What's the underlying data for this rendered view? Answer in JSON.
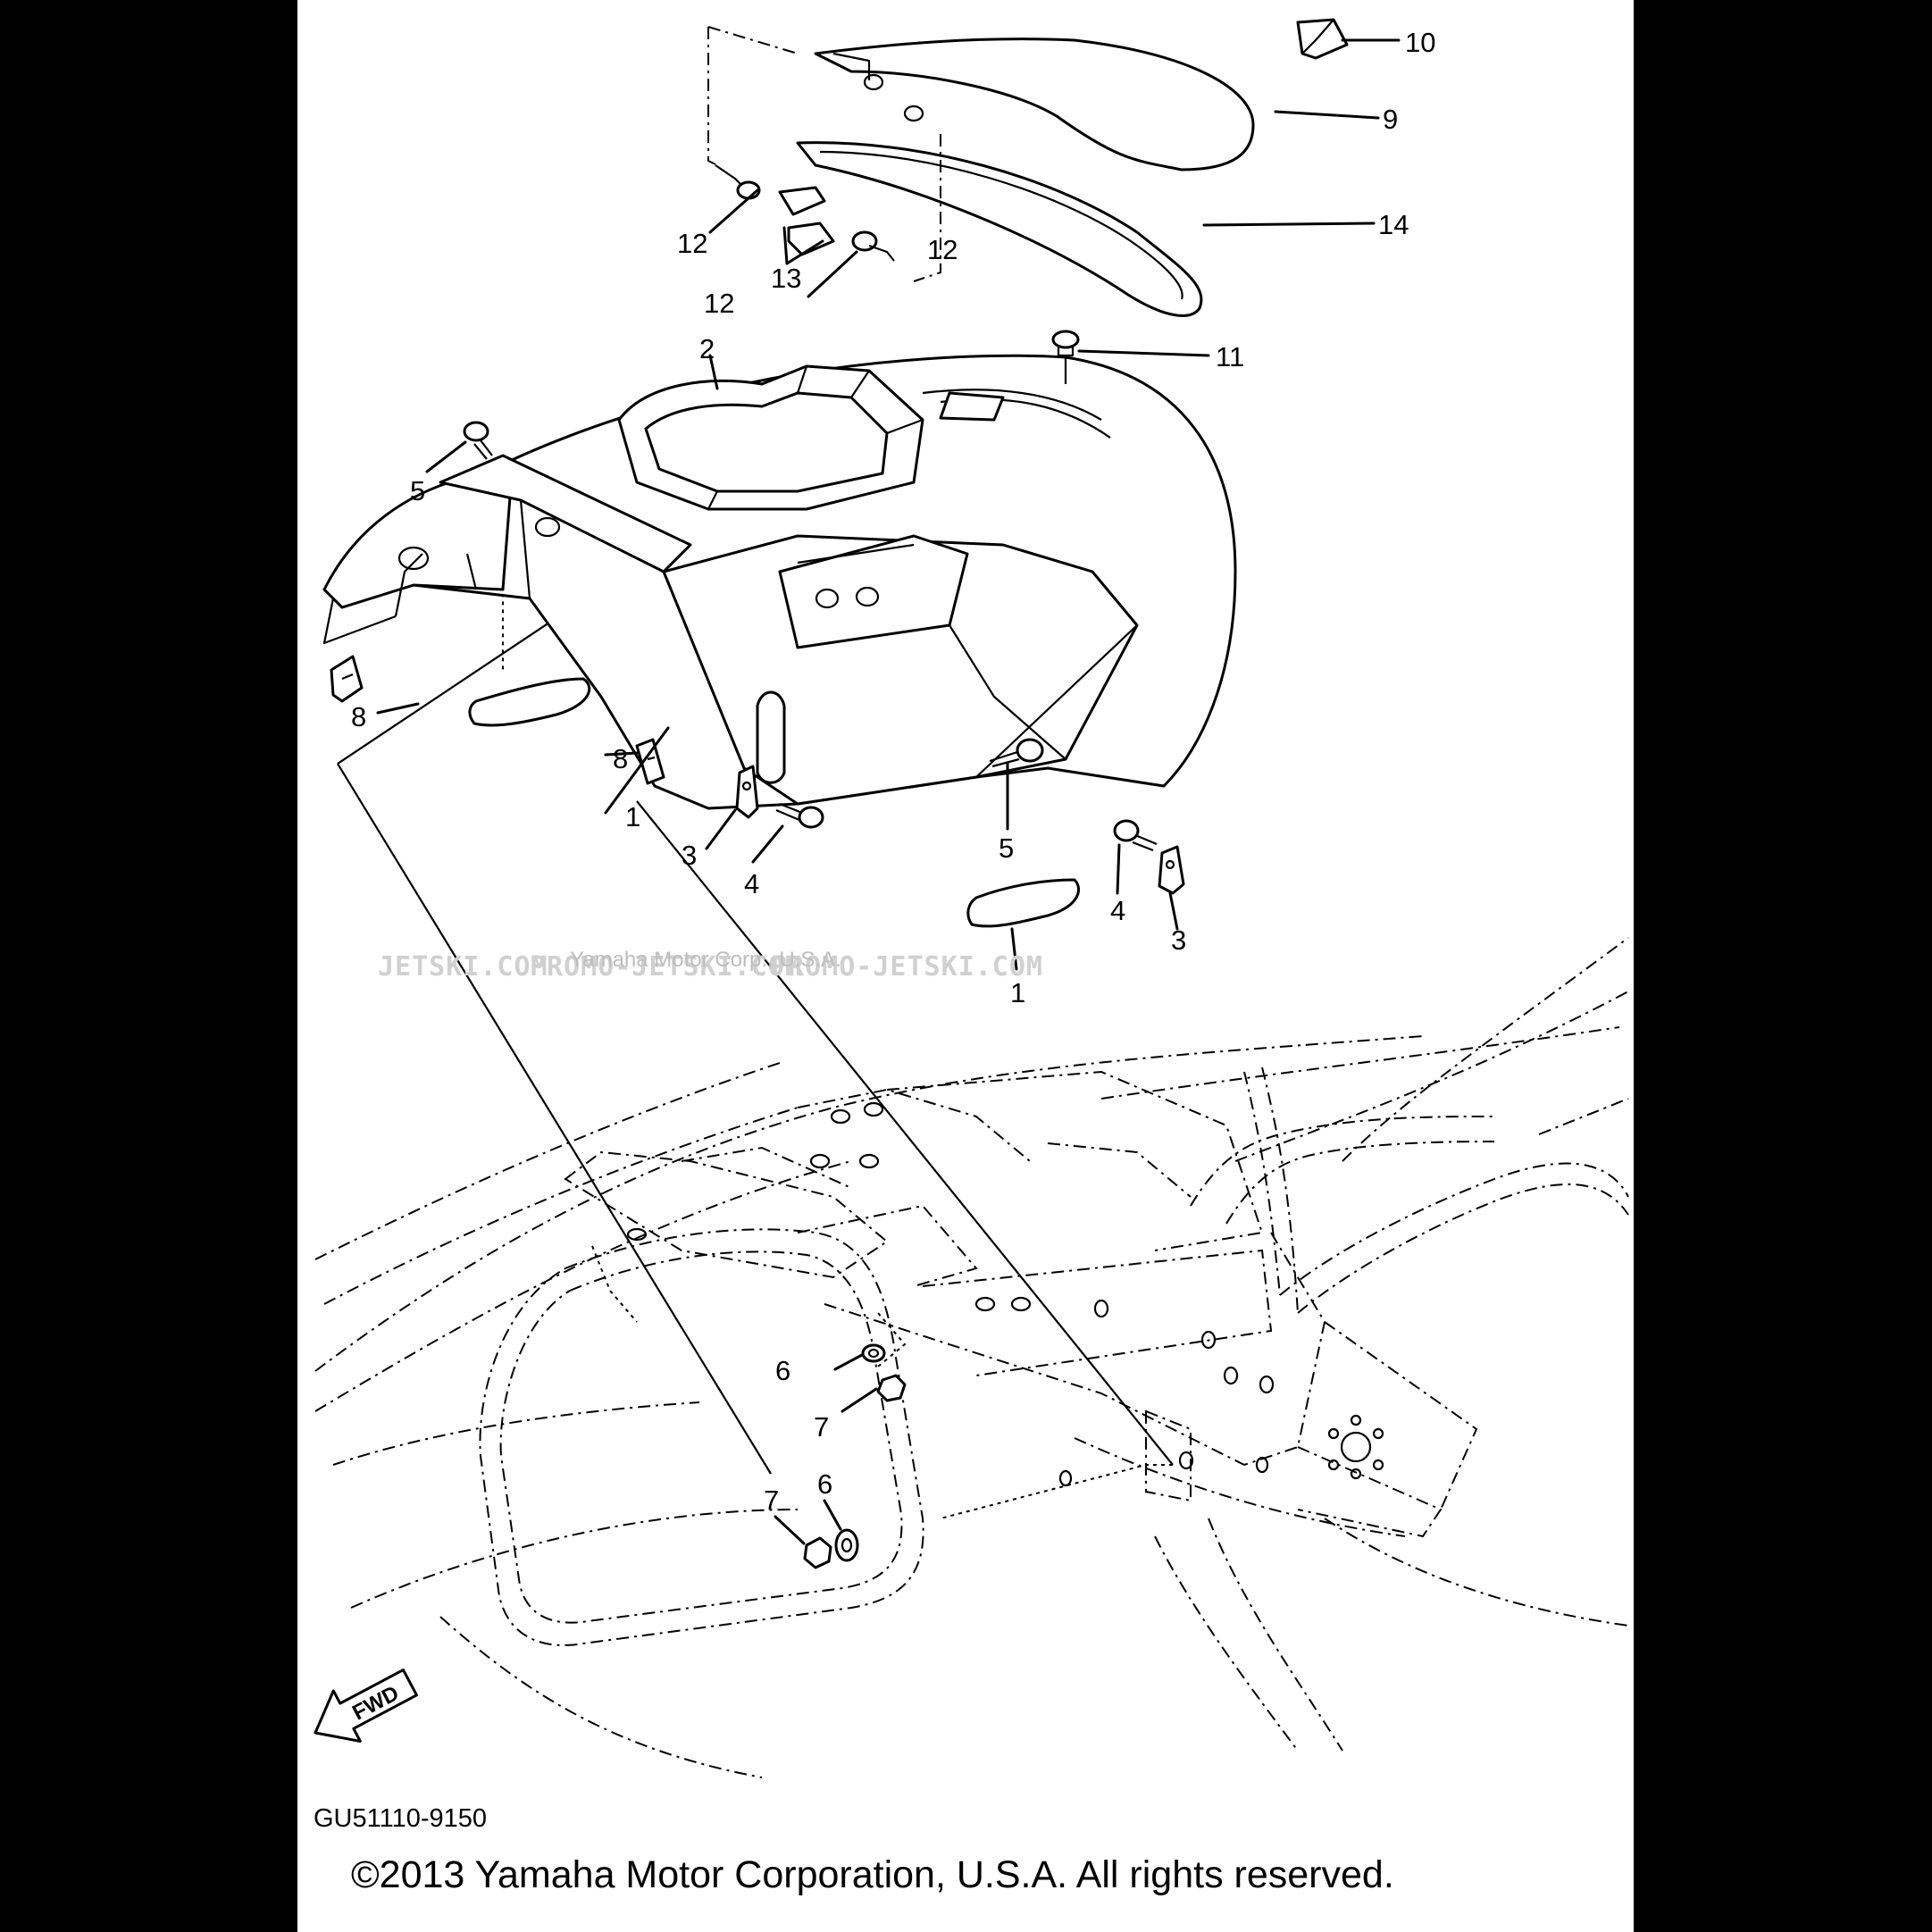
{
  "diagram": {
    "code": "GU51110-9150",
    "copyright": "©2013 Yamaha Motor Corporation, U.S.A. All rights reserved.",
    "direction_label": "FWD",
    "watermark_left": "JETSKI.COM",
    "watermark_center": "PROMO-JETSKI.COM",
    "watermark_right": "PROMO-JETSKI.COM",
    "watermark_faint": "Yamaha Motor Corp., U.S.A."
  },
  "callouts": {
    "c1a": "1",
    "c1b": "1",
    "c2": "2",
    "c3a": "3",
    "c3b": "3",
    "c4a": "4",
    "c4b": "4",
    "c5a": "5",
    "c5b": "5",
    "c6a": "6",
    "c6b": "6",
    "c7a": "7",
    "c7b": "7",
    "c8a": "8",
    "c8b": "8",
    "c9": "9",
    "c10": "10",
    "c11": "11",
    "c12a": "12",
    "c12b": "12",
    "c13": "13",
    "c14": "14"
  }
}
